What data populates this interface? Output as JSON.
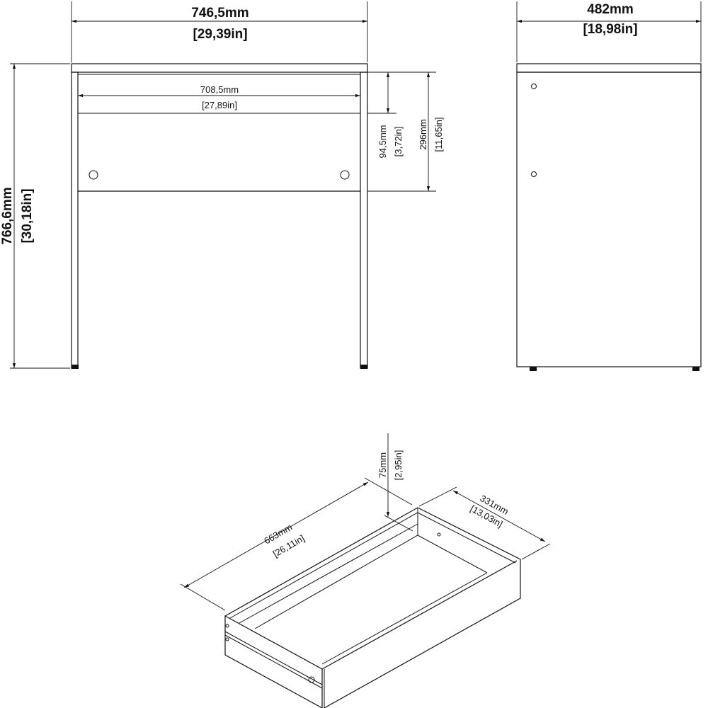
{
  "front_view": {
    "width_mm": "746,5mm",
    "width_in": "[29,39in]",
    "height_mm": "766,6mm",
    "height_in": "[30,18in]",
    "inner_width_mm": "708,5mm",
    "inner_width_in": "[27,89in]",
    "drawer_height_mm": "94,5mm",
    "drawer_height_in": "[3,72in]",
    "apron_height_mm": "296mm",
    "apron_height_in": "[11,65in]"
  },
  "side_view": {
    "depth_mm": "482mm",
    "depth_in": "[18,98in]"
  },
  "drawer": {
    "length_mm": "663mm",
    "length_in": "[26,11in]",
    "width_mm": "331mm",
    "width_in": "[13,03in]",
    "height_mm": "75mm",
    "height_in": "[2,95in]"
  }
}
